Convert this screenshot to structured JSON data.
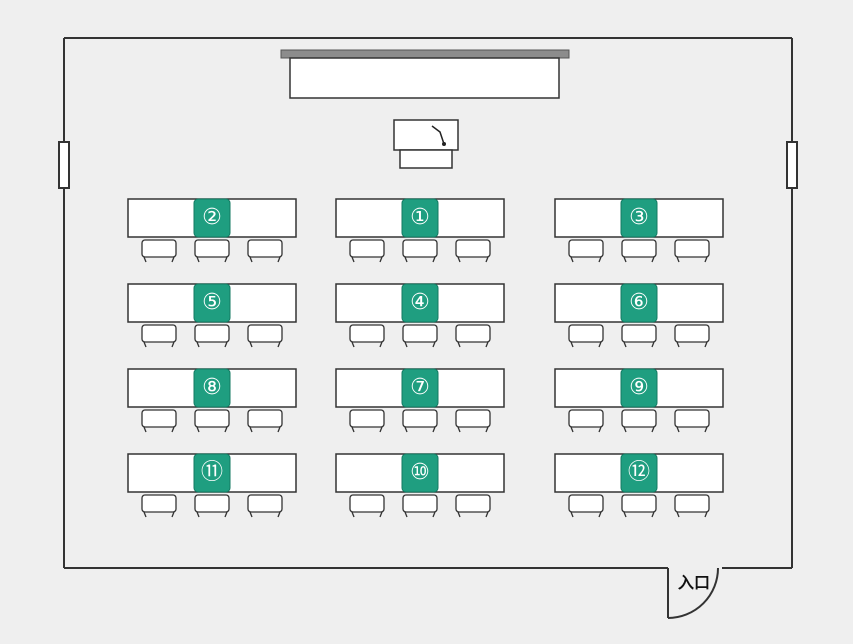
{
  "room": {
    "entrance_label": "入口"
  },
  "seats": [
    {
      "number": "①",
      "label": "①"
    },
    {
      "number": "②",
      "label": "②"
    },
    {
      "number": "③",
      "label": "③"
    },
    {
      "number": "④",
      "label": "④"
    },
    {
      "number": "⑤",
      "label": "⑤"
    },
    {
      "number": "⑥",
      "label": "⑥"
    },
    {
      "number": "⑦",
      "label": "⑦"
    },
    {
      "number": "⑧",
      "label": "⑧"
    },
    {
      "number": "⑨",
      "label": "⑨"
    },
    {
      "number": "⑩",
      "label": "⑩"
    },
    {
      "number": "⑪",
      "label": "⑪"
    },
    {
      "number": "⑫",
      "label": "⑫"
    }
  ],
  "colors": {
    "seat_highlight": "#1f9e80",
    "stroke": "#333333",
    "furniture_fill": "#ffffff",
    "screen_bar": "#8c8c8c",
    "floor": "#efefef"
  }
}
